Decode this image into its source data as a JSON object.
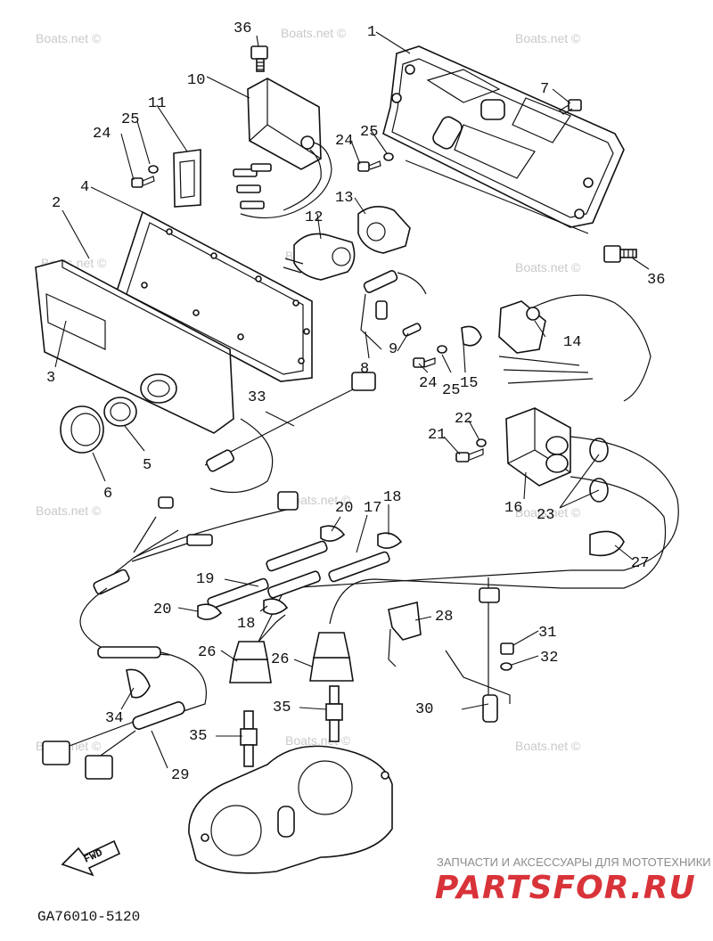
{
  "drawing_code": "GA76010-5120",
  "direction_marker": "FWD",
  "watermark_text": "Boats.net ©",
  "brand": {
    "tagline": "ЗАПЧАСТИ И АКСЕССУАРЫ ДЛЯ МОТОТЕХНИКИ",
    "logo": "PARTSFOR.RU",
    "color": "#d9333a"
  },
  "callouts": {
    "c1": "1",
    "c2": "2",
    "c3": "3",
    "c4": "4",
    "c5": "5",
    "c6": "6",
    "c7": "7",
    "c8": "8",
    "c9": "9",
    "c10": "10",
    "c11": "11",
    "c12": "12",
    "c13": "13",
    "c14": "14",
    "c15": "15",
    "c16": "16",
    "c17": "17",
    "c18a": "18",
    "c18b": "18",
    "c19": "19",
    "c20a": "20",
    "c20b": "20",
    "c21": "21",
    "c22": "22",
    "c23": "23",
    "c24a": "24",
    "c24b": "24",
    "c24c": "24",
    "c25a": "25",
    "c25b": "25",
    "c25c": "25",
    "c26a": "26",
    "c26b": "26",
    "c27": "27",
    "c28": "28",
    "c29": "29",
    "c30": "30",
    "c31": "31",
    "c32": "32",
    "c33": "33",
    "c34": "34",
    "c35a": "35",
    "c35b": "35",
    "c36a": "36",
    "c36b": "36"
  }
}
